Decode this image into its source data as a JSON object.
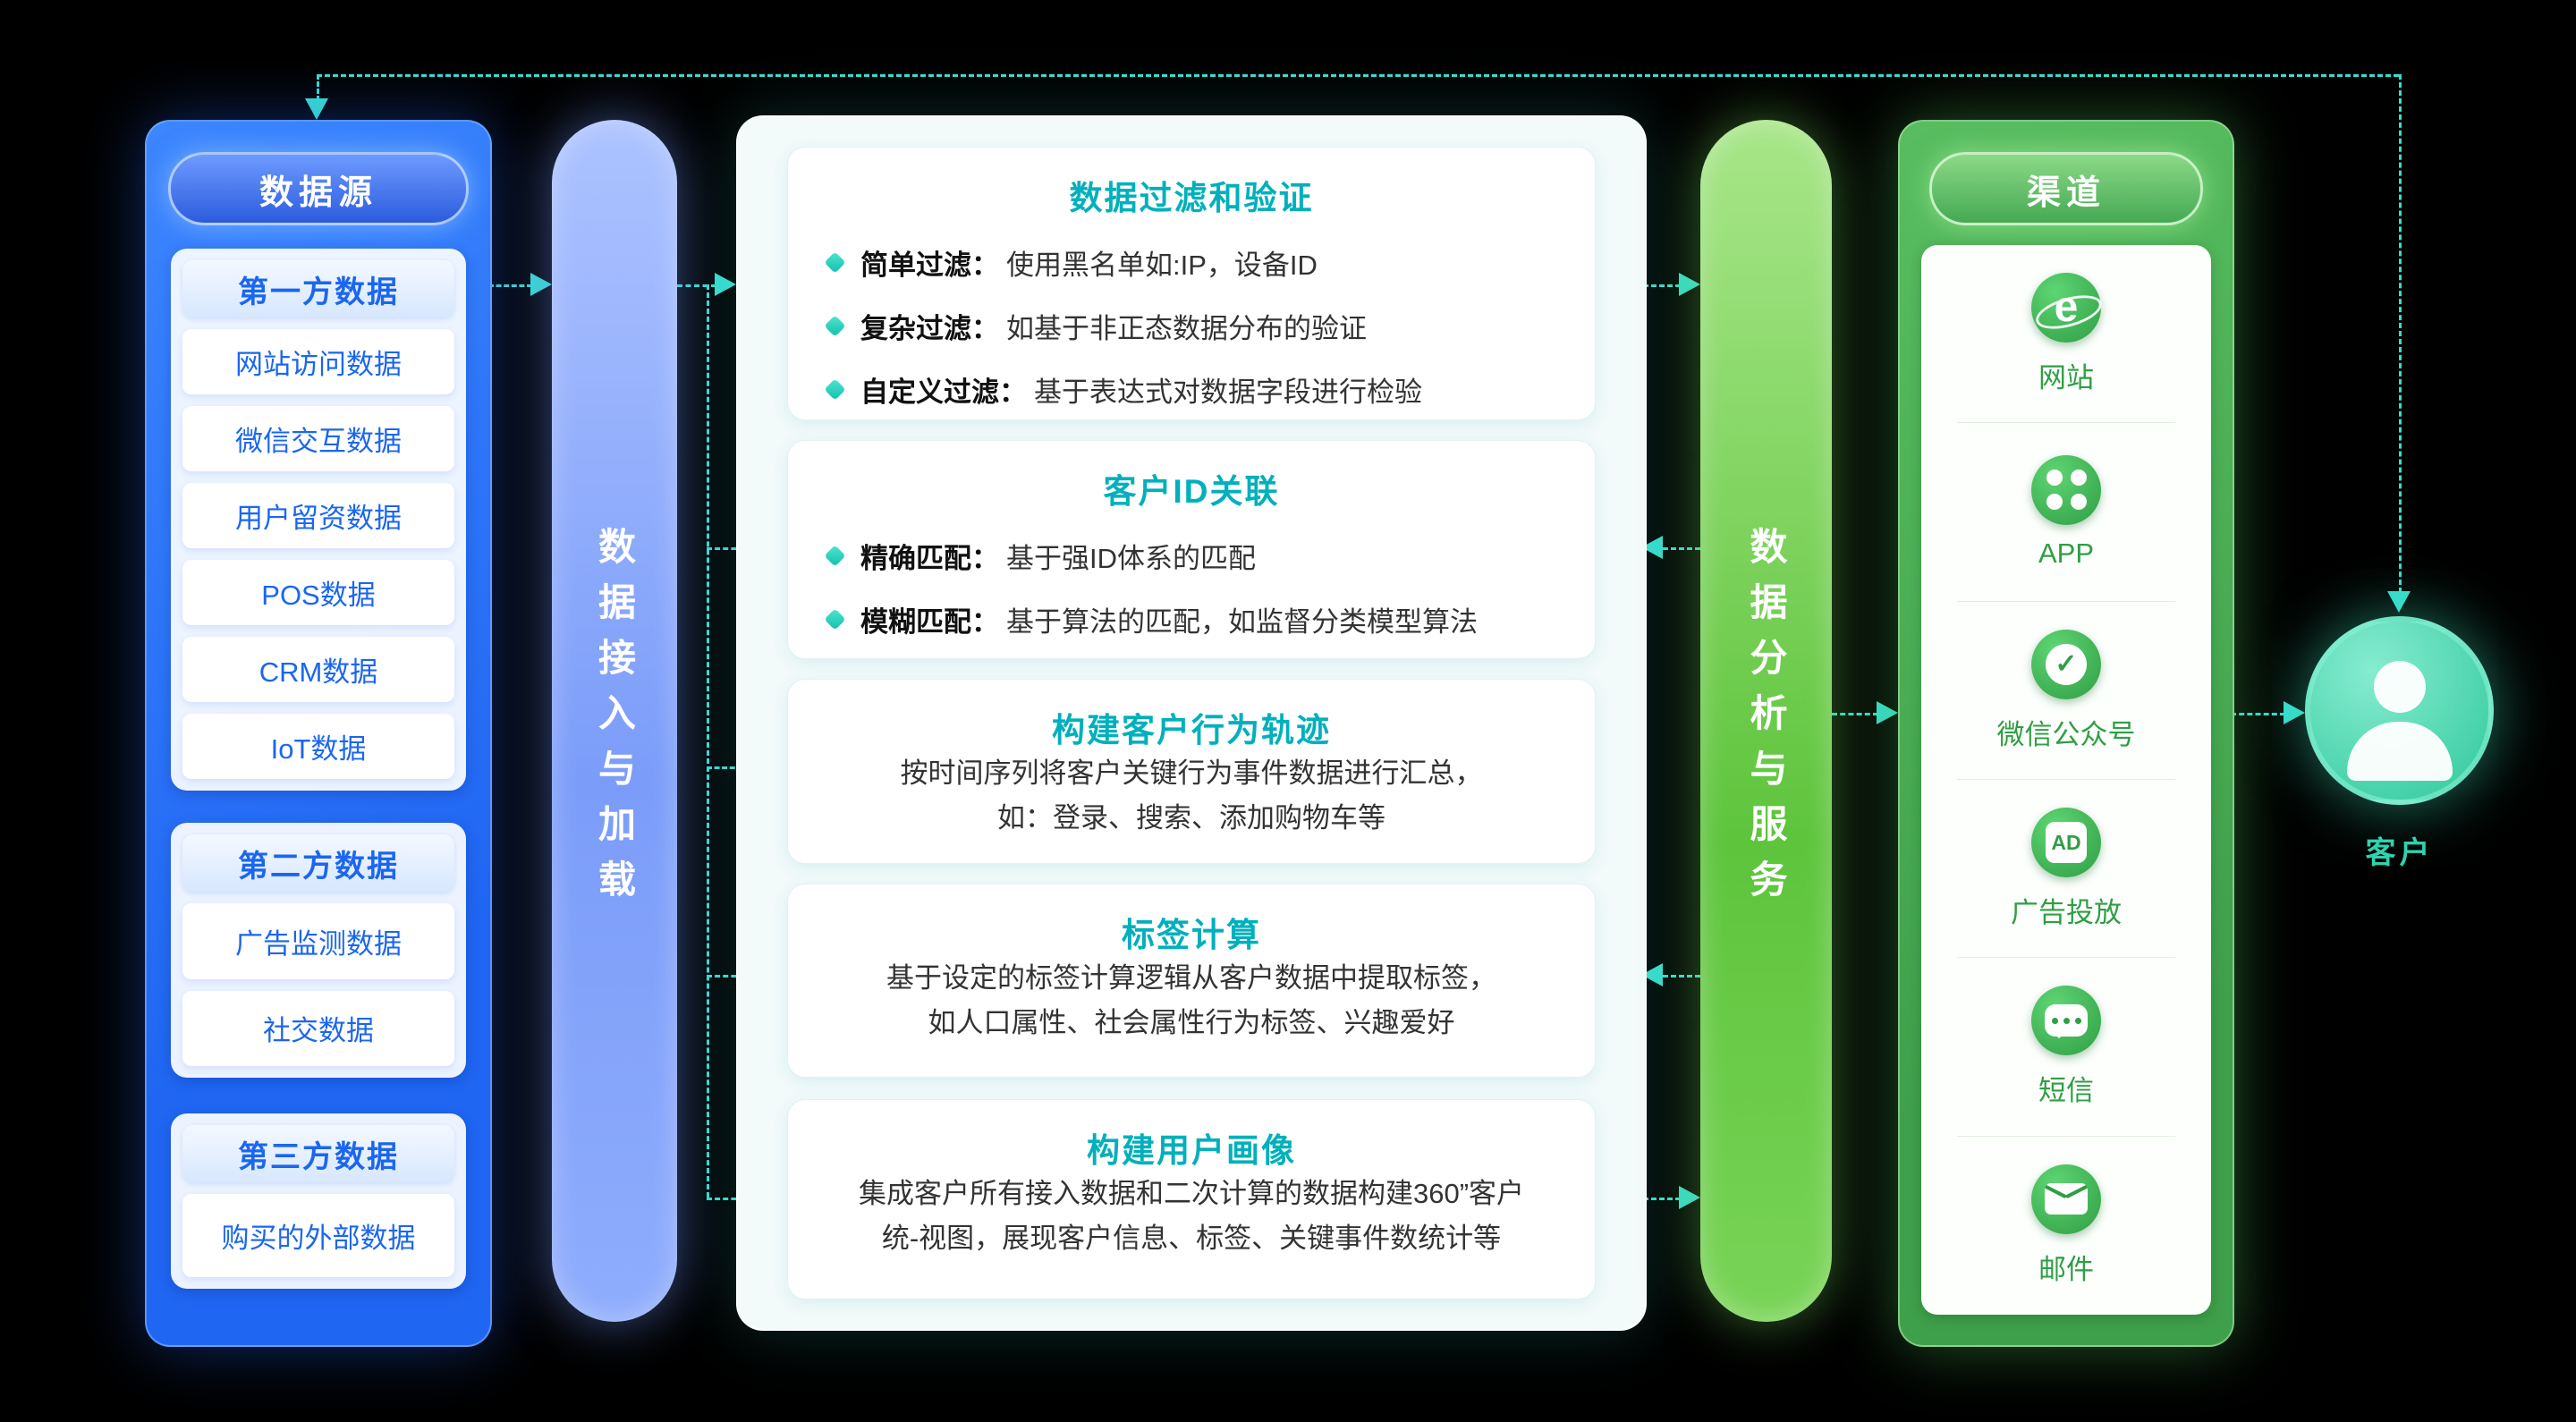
{
  "colors": {
    "connector_teal": "#38dcce",
    "blue_panel": "#2574ff",
    "blue_text": "#1b66f0",
    "ingest_bar_blue": "#7b9cf9",
    "card_title_teal": "#00b0bc",
    "analysis_bar_green": "#5ec43c",
    "green_panel": "#4db158",
    "green_text": "#2f9e44",
    "customer_teal": "#2fc89b"
  },
  "data_sources": {
    "title": "数据源",
    "groups": [
      {
        "label": "第一方数据",
        "items": [
          "网站访问数据",
          "微信交互数据",
          "用户留资数据",
          "POS数据",
          "CRM数据",
          "IoT数据"
        ]
      },
      {
        "label": "第二方数据",
        "items": [
          "广告监测数据",
          "社交数据"
        ]
      },
      {
        "label": "第三方数据",
        "items": [
          "购买的外部数据"
        ]
      }
    ]
  },
  "ingest_bar": {
    "label": "数据接入与加载"
  },
  "process": {
    "cards": [
      {
        "title": "数据过滤和验证",
        "bullets": [
          {
            "label": "简单过滤：",
            "text": "使用黑名单如:IP，设备ID"
          },
          {
            "label": "复杂过滤：",
            "text": "如基于非正态数据分布的验证"
          },
          {
            "label": "自定义过滤：",
            "text": "基于表达式对数据字段进行检验"
          }
        ]
      },
      {
        "title": "客户ID关联",
        "bullets": [
          {
            "label": "精确匹配：",
            "text": "基于强ID体系的匹配"
          },
          {
            "label": "模糊匹配：",
            "text": "基于算法的匹配，如监督分类模型算法"
          }
        ]
      },
      {
        "title": "构建客户行为轨迹",
        "lines": [
          "按时间序列将客户关键行为事件数据进行汇总，",
          "如：登录、搜索、添加购物车等"
        ]
      },
      {
        "title": "标签计算",
        "lines": [
          "基于设定的标签计算逻辑从客户数据中提取标签，",
          "如人口属性、社会属性行为标签、兴趣爱好"
        ]
      },
      {
        "title": "构建用户画像",
        "lines": [
          "集成客户所有接入数据和二次计算的数据构建360”客户",
          "统-视图，展现客户信息、标签、关键事件数统计等"
        ]
      }
    ]
  },
  "analysis_bar": {
    "label": "数据分析与服务"
  },
  "channels": {
    "title": "渠道",
    "items": [
      {
        "label": "网站",
        "icon": "browser-icon",
        "icon_text": "e"
      },
      {
        "label": "APP",
        "icon": "app-grid-icon"
      },
      {
        "label": "微信公众号",
        "icon": "wechat-official-check-icon",
        "icon_text": "✓"
      },
      {
        "label": "广告投放",
        "icon": "ad-icon",
        "icon_text": "AD"
      },
      {
        "label": "短信",
        "icon": "sms-bubble-icon"
      },
      {
        "label": "邮件",
        "icon": "email-envelope-icon"
      }
    ]
  },
  "customer": {
    "label": "客户"
  }
}
